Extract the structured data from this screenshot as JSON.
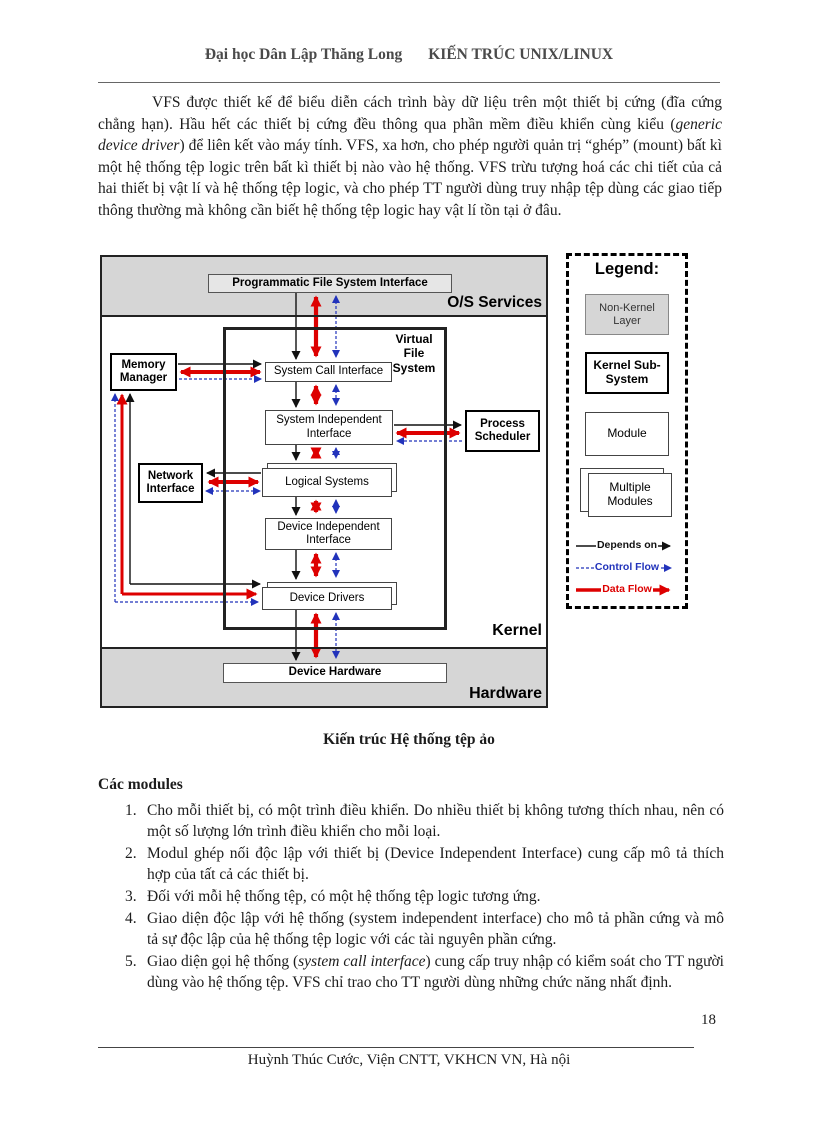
{
  "header": {
    "left": "Đại học Dân Lập Thăng Long",
    "right": "KIẾN TRÚC UNIX/LINUX"
  },
  "intro": {
    "p1": "VFS được thiết kế để biểu diễn cách trình bày dữ liệu trên một thiết bị cứng (đĩa cứng chẳng hạn). Hầu hết các thiết bị cứng đều thông qua phần mềm điều khiển cùng kiểu (",
    "p2_italic": "generic device driver",
    "p3": ") để liên kết vào máy tính. VFS, xa hơn, cho phép người quản trị “ghép” (mount) bất kì một hệ thống tệp logic trên bất kì thiết bị nào vào hệ thống. VFS trừu tượng hoá các chi tiết của cả hai thiết bị vật lí và hệ thống tệp logic, và cho phép TT người dùng truy nhập tệp dùng các giao tiếp thông thường mà không cần biết hệ thống tệp logic hay vật lí tồn tại ở đâu."
  },
  "diagram": {
    "boxes": {
      "pfsi": "Programmatic File System Interface",
      "memory_manager": "Memory Manager",
      "system_call": "System Call Interface",
      "system_independent": "System Independent Interface",
      "process_scheduler": "Process Scheduler",
      "network_interface": "Network Interface",
      "logical_systems": "Logical Systems",
      "device_independent": "Device Independent Interface",
      "device_drivers": "Device Drivers",
      "device_hardware": "Device Hardware"
    },
    "zones": {
      "os_services": "O/S Services",
      "kernel": "Kernel",
      "hardware": "Hardware",
      "vfs": "Virtual File System"
    },
    "legend": {
      "title": "Legend:",
      "non_kernel": "Non-Kernel Layer",
      "kernel_subsystem": "Kernel Sub-System",
      "module": "Module",
      "multiple_modules": "Multiple Modules",
      "depends_on": "Depends on",
      "control_flow": "Control Flow",
      "data_flow": "Data Flow"
    },
    "colors": {
      "depends_on": "#111111",
      "control_flow": "#2233bb",
      "data_flow": "#dd0000",
      "band_gray": "#d6d6d6"
    }
  },
  "figure": {
    "caption": "Kiến trúc Hệ thống tệp ảo"
  },
  "modules": {
    "heading": "Các modules",
    "items": [
      {
        "num": "1.",
        "text": "Cho mỗi thiết bị, có một trình điều khiển. Do nhiều thiết bị không tương thích nhau, nên có một số lượng lớn trình điều khiển cho mỗi loại."
      },
      {
        "num": "2.",
        "text": "Modul ghép nối độc lập với thiết bị (Device Independent Interface) cung cấp mô tả thích hợp của tất cả các thiết bị."
      },
      {
        "num": "3.",
        "text": "Đối với mỗi hệ thống tệp, có một hệ thống tệp logic tương ứng."
      },
      {
        "num": "4.",
        "text": "Giao diện độc lập với hệ thống (system independent interface) cho mô tả phần cứng và mô tả sự độc lập của hệ thống tệp logic với các tài nguyên phần cứng."
      },
      {
        "num": "5.",
        "pre": "Giao diện gọi hệ thống (",
        "italic": "system call interface",
        "post": ") cung cấp truy nhập có kiểm soát cho TT người dùng vào hệ thống tệp. VFS chỉ trao cho TT người dùng những chức năng nhất định."
      }
    ]
  },
  "footer": {
    "page_number": "18",
    "text": "Huỳnh Thúc Cước,  Viện CNTT, VKHCN VN, Hà nội"
  }
}
